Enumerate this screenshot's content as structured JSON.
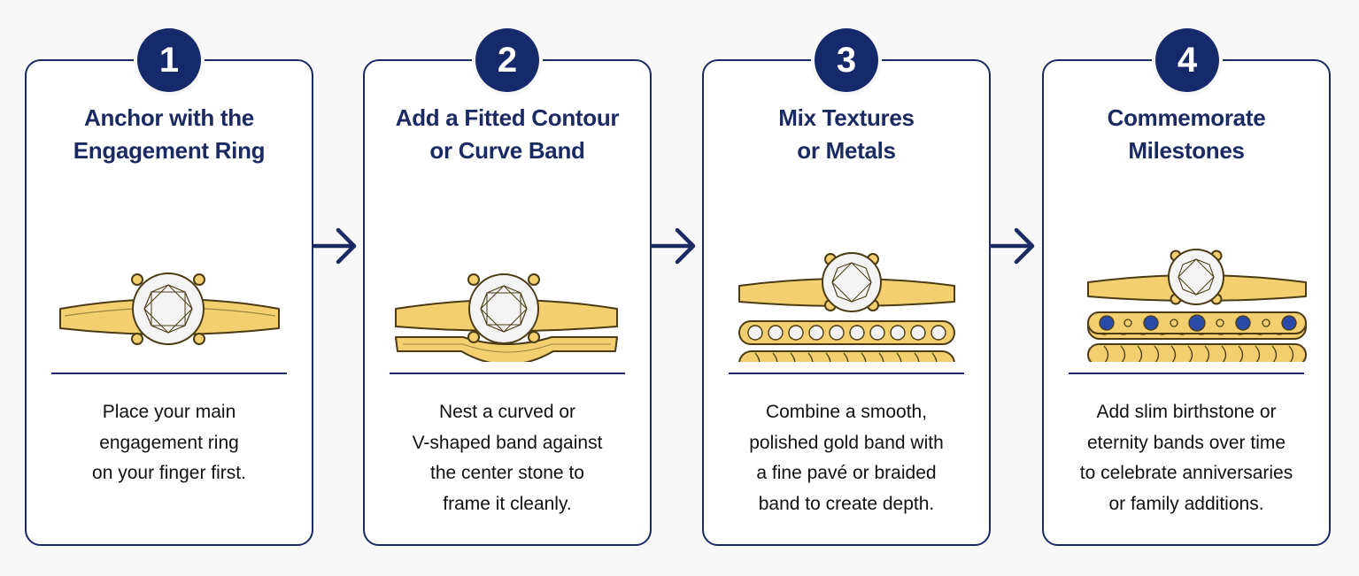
{
  "steps": [
    {
      "number": "1",
      "title_lines": [
        "Anchor with the",
        "Engagement Ring"
      ],
      "description_lines": [
        "Place your main",
        "engagement ring",
        "on your finger first."
      ]
    },
    {
      "number": "2",
      "title_lines": [
        "Add a Fitted Contour",
        "or Curve Band"
      ],
      "description_lines": [
        "Nest a curved or",
        "V-shaped band against",
        "the center stone to",
        "frame it cleanly."
      ]
    },
    {
      "number": "3",
      "title_lines": [
        "Mix Textures",
        "or Metals"
      ],
      "description_lines": [
        "Combine a smooth,",
        "polished gold band with",
        "a fine pavé or braided",
        "band to create depth."
      ]
    },
    {
      "number": "4",
      "title_lines": [
        "Commemorate",
        "Milestones"
      ],
      "description_lines": [
        "Add slim birthstone or",
        "eternity bands over time",
        "to celebrate anniversaries",
        "or family additions."
      ]
    }
  ],
  "colors": {
    "navy": "#1b2a63",
    "badge": "#16296a",
    "gold": "#f3cf70",
    "gold_outline": "#4a3b14",
    "diamond": "#f4f4f4",
    "sapphire": "#2a4aa8"
  },
  "icons": [
    "arrow-right-icon",
    "solitaire-ring-icon",
    "contour-band-icon",
    "pave-band-icon",
    "braided-band-icon",
    "birthstone-band-icon"
  ]
}
